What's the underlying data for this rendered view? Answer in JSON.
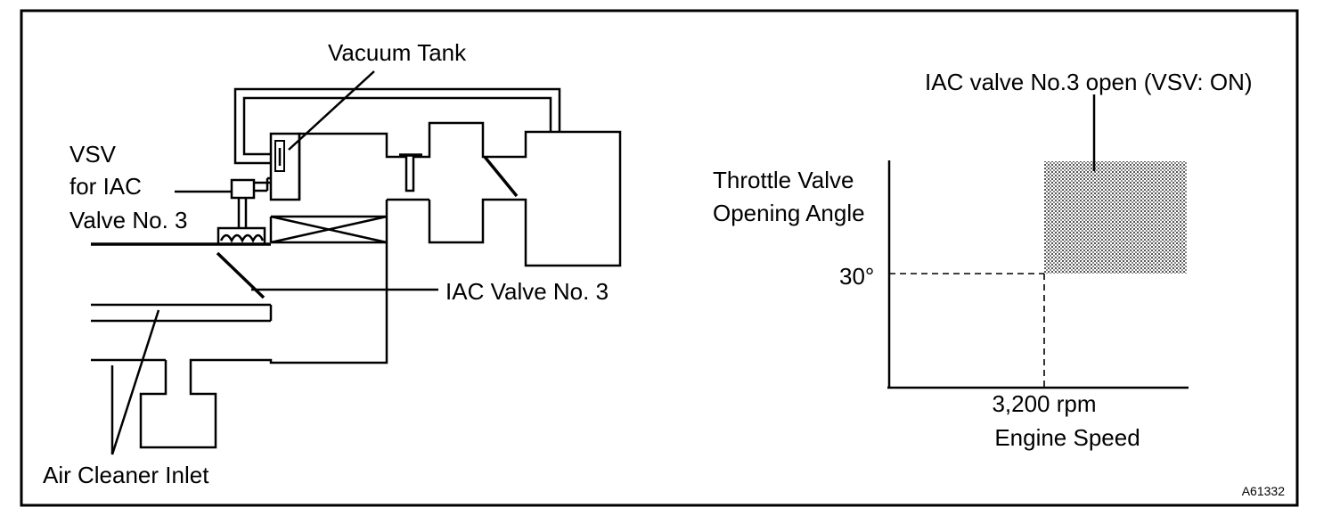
{
  "labels": {
    "vacuum_tank": "Vacuum Tank",
    "vsv_line1": "VSV",
    "vsv_line2": "for IAC",
    "vsv_line3": "Valve No. 3",
    "iac_valve": "IAC Valve No. 3",
    "air_cleaner": "Air Cleaner Inlet",
    "iac_open": "IAC valve No.3 open (VSV: ON)",
    "y_label_line1": "Throttle  Valve",
    "y_label_line2": "Opening Angle",
    "y_tick": "30°",
    "x_tick": "3,200 rpm",
    "x_label": "Engine Speed",
    "figure_code": "A61332"
  },
  "chart_data": {
    "type": "area",
    "xlabel": "Engine Speed",
    "ylabel": "Throttle Valve Opening Angle",
    "x_ticks": [
      "3,200 rpm"
    ],
    "y_ticks": [
      "30°"
    ],
    "regions": [
      {
        "name": "IAC valve No.3 open (VSV: ON)",
        "x_from": "3,200 rpm",
        "y_from": "30°"
      }
    ],
    "region_color": "#b4b4b4"
  }
}
